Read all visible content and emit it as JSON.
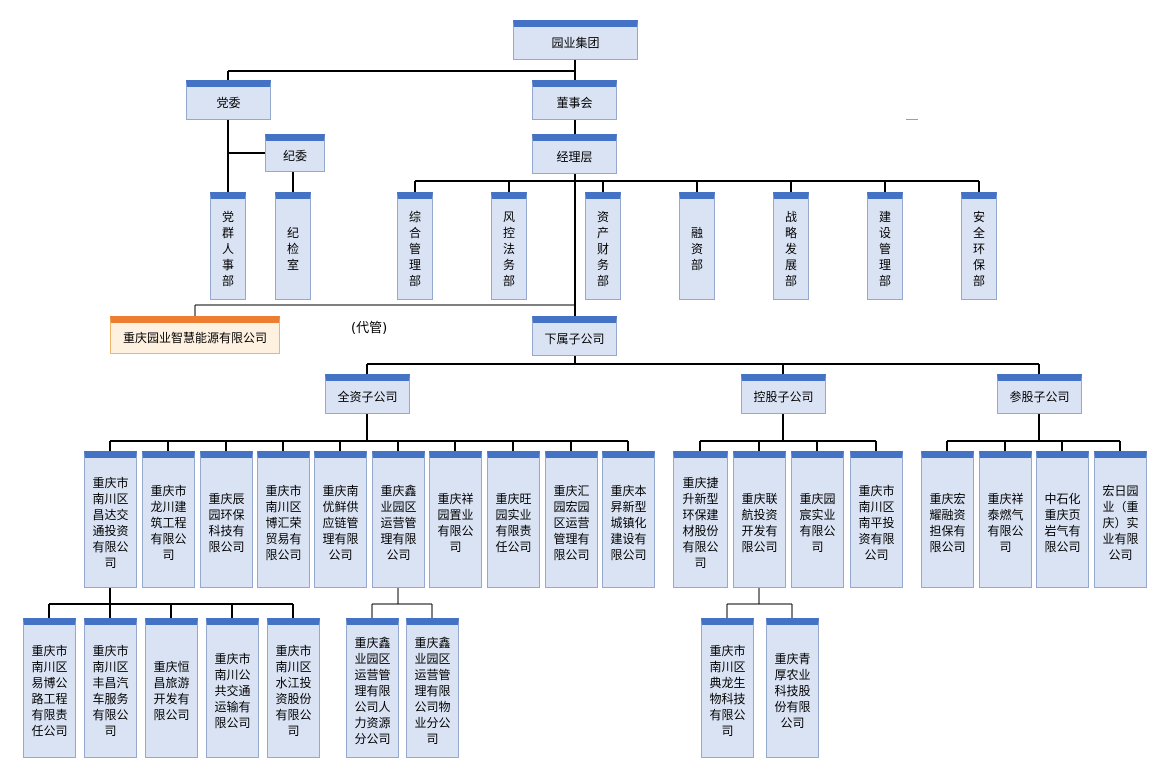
{
  "nodes": [
    {
      "id": "group",
      "label": "园业集团"
    },
    {
      "id": "party",
      "label": "党委"
    },
    {
      "id": "board",
      "label": "董事会"
    },
    {
      "id": "discipline",
      "label": "纪委"
    },
    {
      "id": "management",
      "label": "经理层"
    },
    {
      "id": "party_hr",
      "label": "党\n群\n人\n事\n部"
    },
    {
      "id": "inspection",
      "label": "纪\n检\n室"
    },
    {
      "id": "general_mgmt",
      "label": "综\n合\n管\n理\n部"
    },
    {
      "id": "risk_legal",
      "label": "风\n控\n法\n务\n部"
    },
    {
      "id": "asset_finance",
      "label": "资\n产\n财\n务\n部"
    },
    {
      "id": "financing",
      "label": "融\n资\n部"
    },
    {
      "id": "strategy",
      "label": "战\n略\n发\n展\n部"
    },
    {
      "id": "construction",
      "label": "建\n设\n管\n理\n部"
    },
    {
      "id": "safety",
      "label": "安\n全\n环\n保\n部"
    },
    {
      "id": "smart_energy",
      "label": "重庆园业智慧能源有限公司"
    },
    {
      "id": "subsidiaries",
      "label": "下属子公司"
    },
    {
      "id": "wholly_owned",
      "label": "全资子公司"
    },
    {
      "id": "holding",
      "label": "控股子公司"
    },
    {
      "id": "participating",
      "label": "参股子公司"
    },
    {
      "id": "w1",
      "label": "重庆市\n南川区\n昌达交\n通投资\n有限公\n司"
    },
    {
      "id": "w2",
      "label": "重庆市\n龙川建\n筑工程\n有限公\n司"
    },
    {
      "id": "w3",
      "label": "重庆辰\n园环保\n科技有\n限公司"
    },
    {
      "id": "w4",
      "label": "重庆市\n南川区\n博汇荣\n贸易有\n限公司"
    },
    {
      "id": "w5",
      "label": "重庆南\n优鲜供\n应链管\n理有限\n公司"
    },
    {
      "id": "w6",
      "label": "重庆鑫\n业园区\n运营管\n理有限\n公司"
    },
    {
      "id": "w7",
      "label": "重庆祥\n园置业\n有限公\n司"
    },
    {
      "id": "w8",
      "label": "重庆旺\n园实业\n有限责\n任公司"
    },
    {
      "id": "w9",
      "label": "重庆汇\n园宏园\n区运营\n管理有\n限公司"
    },
    {
      "id": "w10",
      "label": "重庆本\n昇新型\n城镇化\n建设有\n限公司"
    },
    {
      "id": "h1",
      "label": "重庆捷\n升新型\n环保建\n材股份\n有限公\n司"
    },
    {
      "id": "h2",
      "label": "重庆联\n航投资\n开发有\n限公司"
    },
    {
      "id": "h3",
      "label": "重庆园\n宸实业\n有限公\n司"
    },
    {
      "id": "h4",
      "label": "重庆市\n南川区\n南平投\n资有限\n公司"
    },
    {
      "id": "p1",
      "label": "重庆宏\n耀融资\n担保有\n限公司"
    },
    {
      "id": "p2",
      "label": "重庆祥\n泰燃气\n有限公\n司"
    },
    {
      "id": "p3",
      "label": "中石化\n重庆页\n岩气有\n限公司"
    },
    {
      "id": "p4",
      "label": "宏日园\n业（重\n庆）实\n业有限\n公司"
    },
    {
      "id": "c1",
      "label": "重庆市\n南川区\n易博公\n路工程\n有限责\n任公司"
    },
    {
      "id": "c2",
      "label": "重庆市\n南川区\n丰昌汽\n车服务\n有限公\n司"
    },
    {
      "id": "c3",
      "label": "重庆恒\n昌旅游\n开发有\n限公司"
    },
    {
      "id": "c4",
      "label": "重庆市\n南川公\n共交通\n运输有\n限公司"
    },
    {
      "id": "c5",
      "label": "重庆市\n南川区\n水江投\n资股份\n有限公\n司"
    },
    {
      "id": "x1",
      "label": "重庆鑫\n业园区\n运营管\n理有限\n公司人\n力资源\n分公司"
    },
    {
      "id": "x2",
      "label": "重庆鑫\n业园区\n运营管\n理有限\n公司物\n业分公\n司"
    },
    {
      "id": "l1",
      "label": "重庆市\n南川区\n典龙生\n物科技\n有限公\n司"
    },
    {
      "id": "l2",
      "label": "重庆青\n厚农业\n科技股\n份有限\n公司"
    }
  ],
  "note": "(代管)"
}
